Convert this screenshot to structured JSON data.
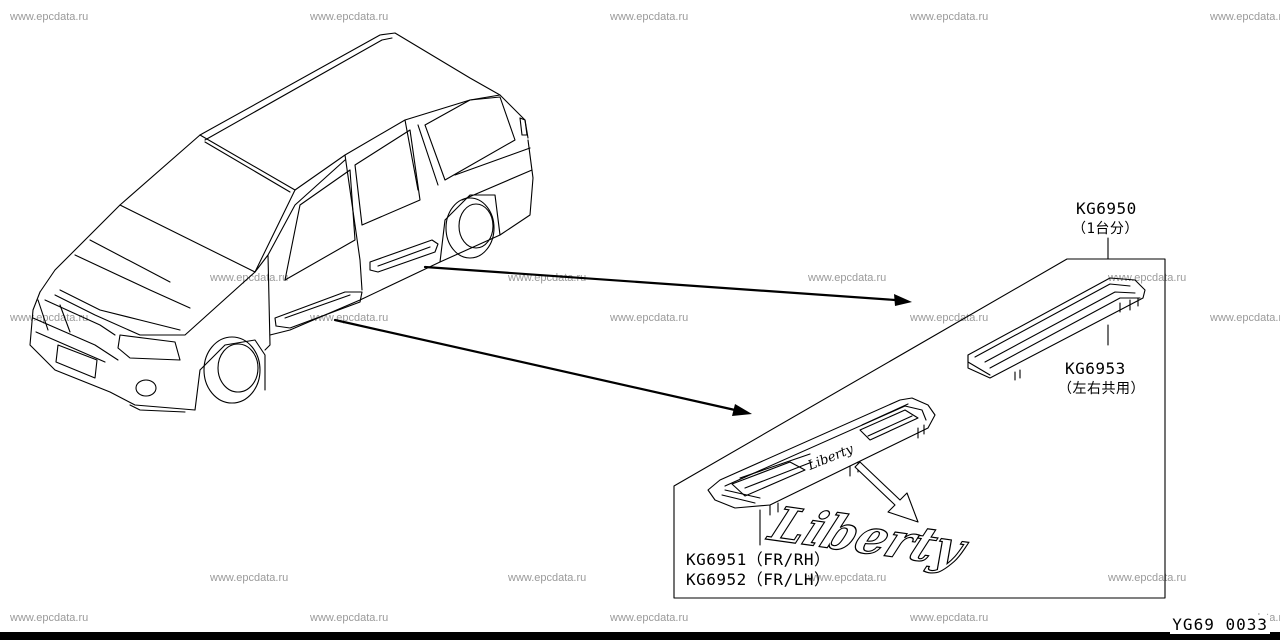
{
  "watermark": "www.epcdata.ru",
  "parts": {
    "set": {
      "number": "KG6950",
      "note": "（1台分）"
    },
    "rear": {
      "number": "KG6953",
      "note": "（左右共用）"
    },
    "front_rh": "KG6951（FR/RH）",
    "front_lh": "KG6952（FR/LH）"
  },
  "emblem_text": "Liberty",
  "plate_text": "Liberty",
  "diagram_code": "YG69 0033"
}
